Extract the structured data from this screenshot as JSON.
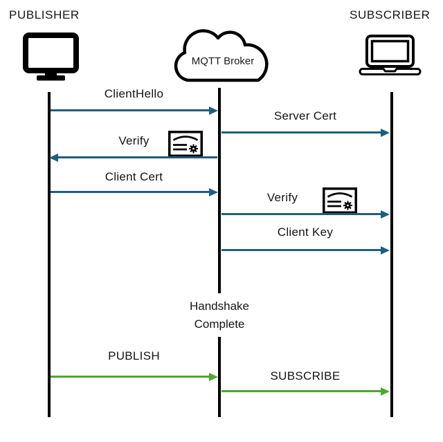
{
  "diagram": {
    "type": "sequence-diagram",
    "title_visible": false,
    "actors": {
      "publisher": {
        "label": "PUBLISHER",
        "icon": "desktop-monitor-icon"
      },
      "broker": {
        "label": "MQTT Broker",
        "icon": "cloud-icon"
      },
      "subscriber": {
        "label": "SUBSCRIBER",
        "icon": "laptop-icon"
      }
    },
    "messages": [
      {
        "label": "ClientHello",
        "from": "publisher",
        "to": "broker",
        "phase": "tls-handshake",
        "color": "#1F5D7D"
      },
      {
        "label": "Server Cert",
        "from": "broker",
        "to": "subscriber",
        "phase": "tls-handshake",
        "color": "#1F5D7D"
      },
      {
        "label": "Verify",
        "from": "broker",
        "to": "publisher",
        "phase": "tls-handshake",
        "color": "#1F5D7D",
        "icon": "certificate-icon"
      },
      {
        "label": "Client Cert",
        "from": "publisher",
        "to": "broker",
        "phase": "tls-handshake",
        "color": "#1F5D7D"
      },
      {
        "label": "Verify",
        "from": "broker",
        "to": "subscriber",
        "phase": "tls-handshake",
        "color": "#1F5D7D",
        "icon": "certificate-icon"
      },
      {
        "label": "Client Key",
        "from": "broker",
        "to": "subscriber",
        "phase": "tls-handshake",
        "color": "#1F5D7D"
      },
      {
        "label": "PUBLISH",
        "from": "publisher",
        "to": "broker",
        "phase": "mqtt",
        "color": "#4EA72E"
      },
      {
        "label": "SUBSCRIBE",
        "from": "broker",
        "to": "subscriber",
        "phase": "mqtt",
        "color": "#4EA72E"
      }
    ],
    "milestone": {
      "line1": "Handshake",
      "line2": "Complete"
    },
    "colors": {
      "tls_message": "#1F5D7D",
      "mqtt_message": "#4EA72E",
      "lifeline": "#000000",
      "background": "#FFFFFF",
      "text": "#141414"
    },
    "icons": {
      "publisher": "desktop-monitor-icon",
      "broker": "cloud-icon",
      "subscriber": "laptop-icon",
      "verify": "certificate-icon"
    }
  }
}
